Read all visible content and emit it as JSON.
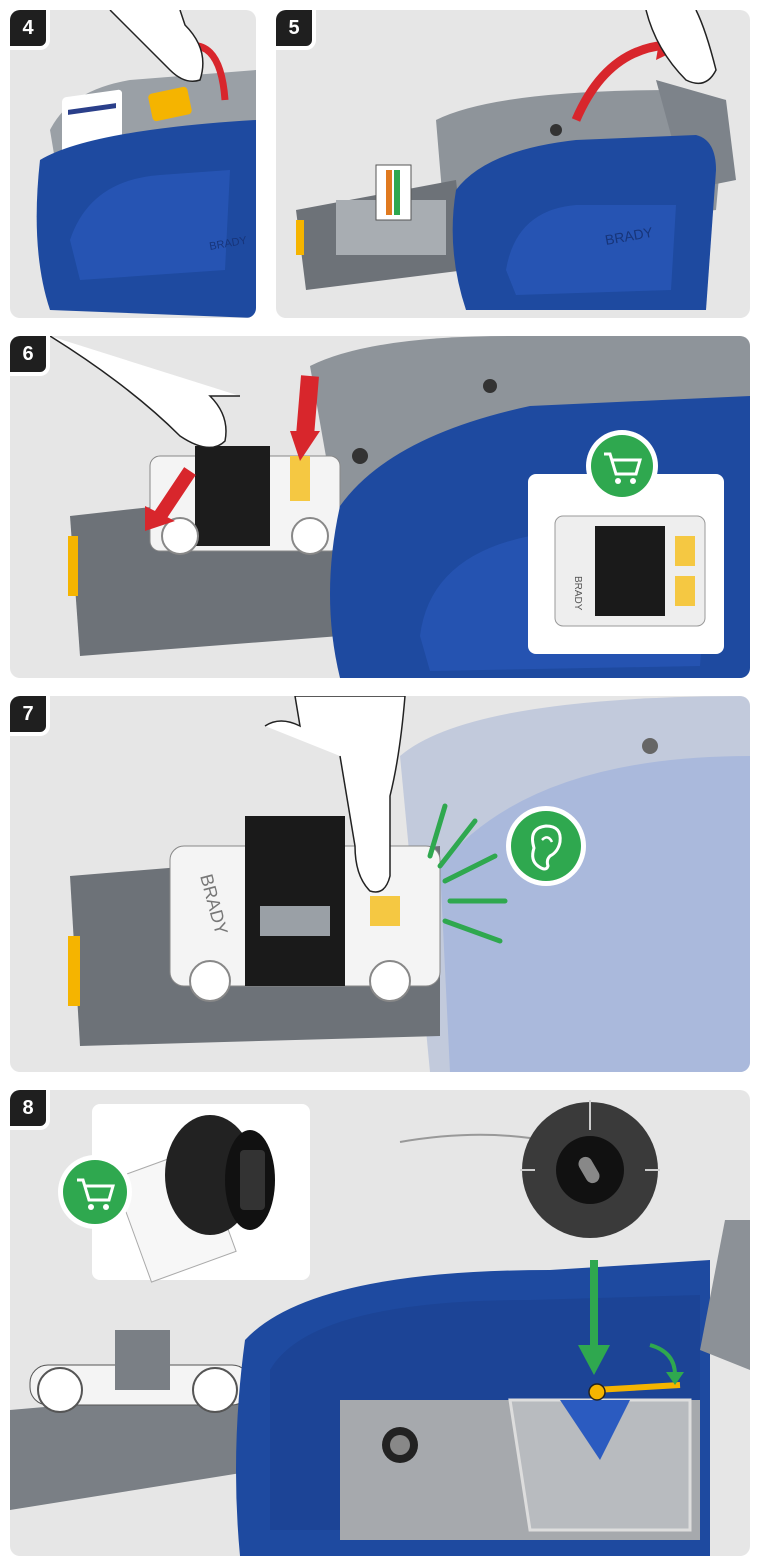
{
  "steps": [
    {
      "number": "4"
    },
    {
      "number": "5"
    },
    {
      "number": "6"
    },
    {
      "number": "7"
    },
    {
      "number": "8"
    }
  ],
  "brand": {
    "label": "BRADY"
  },
  "icons": {
    "cart": "shopping-cart-icon",
    "ear": "ear-icon",
    "arrow": "curved-arrow-icon"
  },
  "colors": {
    "printer_blue": "#1e4aa0",
    "arrow_red": "#d8262c",
    "accent_green": "#2fa84f",
    "latch_yellow": "#f5b400",
    "panel_bg": "#e6e6e6"
  }
}
